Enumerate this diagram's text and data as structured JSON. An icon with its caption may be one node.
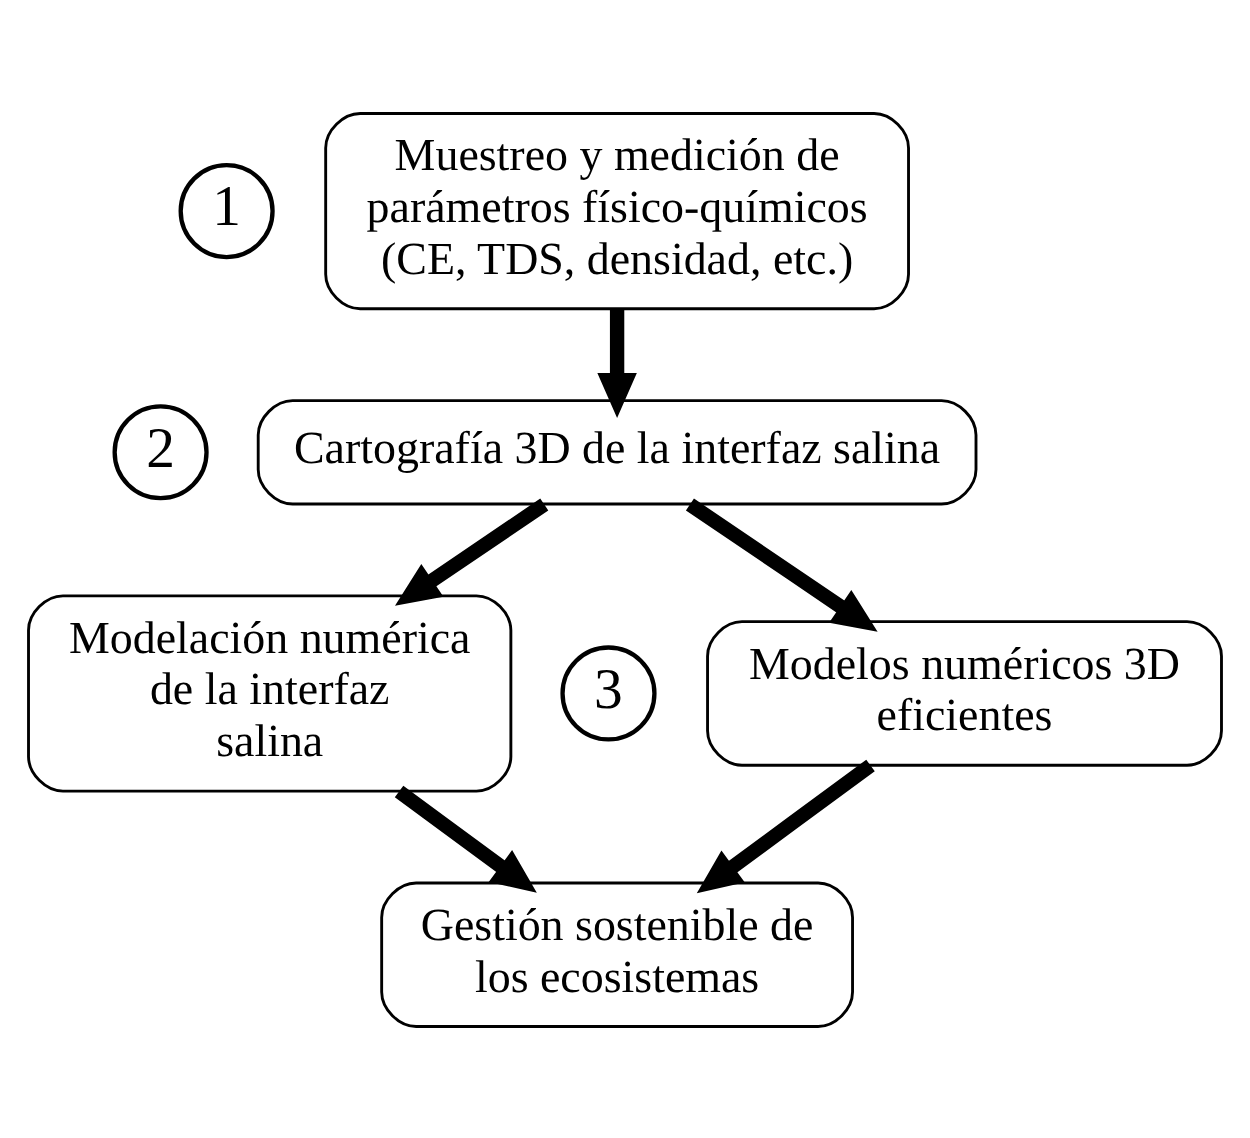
{
  "diagram": {
    "nodes": [
      {
        "text": [
          "1"
        ]
      },
      {
        "text": [
          "Muestreo y medición de parámetros físico-químicos (CE, TDS, densidad, etc.)"
        ]
      },
      {
        "text": [
          "2"
        ]
      },
      {
        "text": [
          "Cartografía 3D de la interfaz salina"
        ]
      },
      {
        "text": [
          "Modelación numérica de la interfaz salina"
        ]
      },
      {
        "text": [
          "3"
        ]
      },
      {
        "text": [
          "Modelos numéricos 3D eficientes"
        ]
      },
      {
        "text": [
          "Gestión sostenible de los ecosistemas"
        ]
      }
    ],
    "edges": [
      {
        "from": 1,
        "to": 3,
        "arrow": "to"
      },
      {
        "from": 3,
        "to": 4,
        "arrow": "to"
      },
      {
        "from": 3,
        "to": 6,
        "arrow": "to"
      },
      {
        "from": 4,
        "to": 7,
        "arrow": "to"
      },
      {
        "from": 6,
        "to": 7,
        "arrow": "to"
      }
    ]
  }
}
